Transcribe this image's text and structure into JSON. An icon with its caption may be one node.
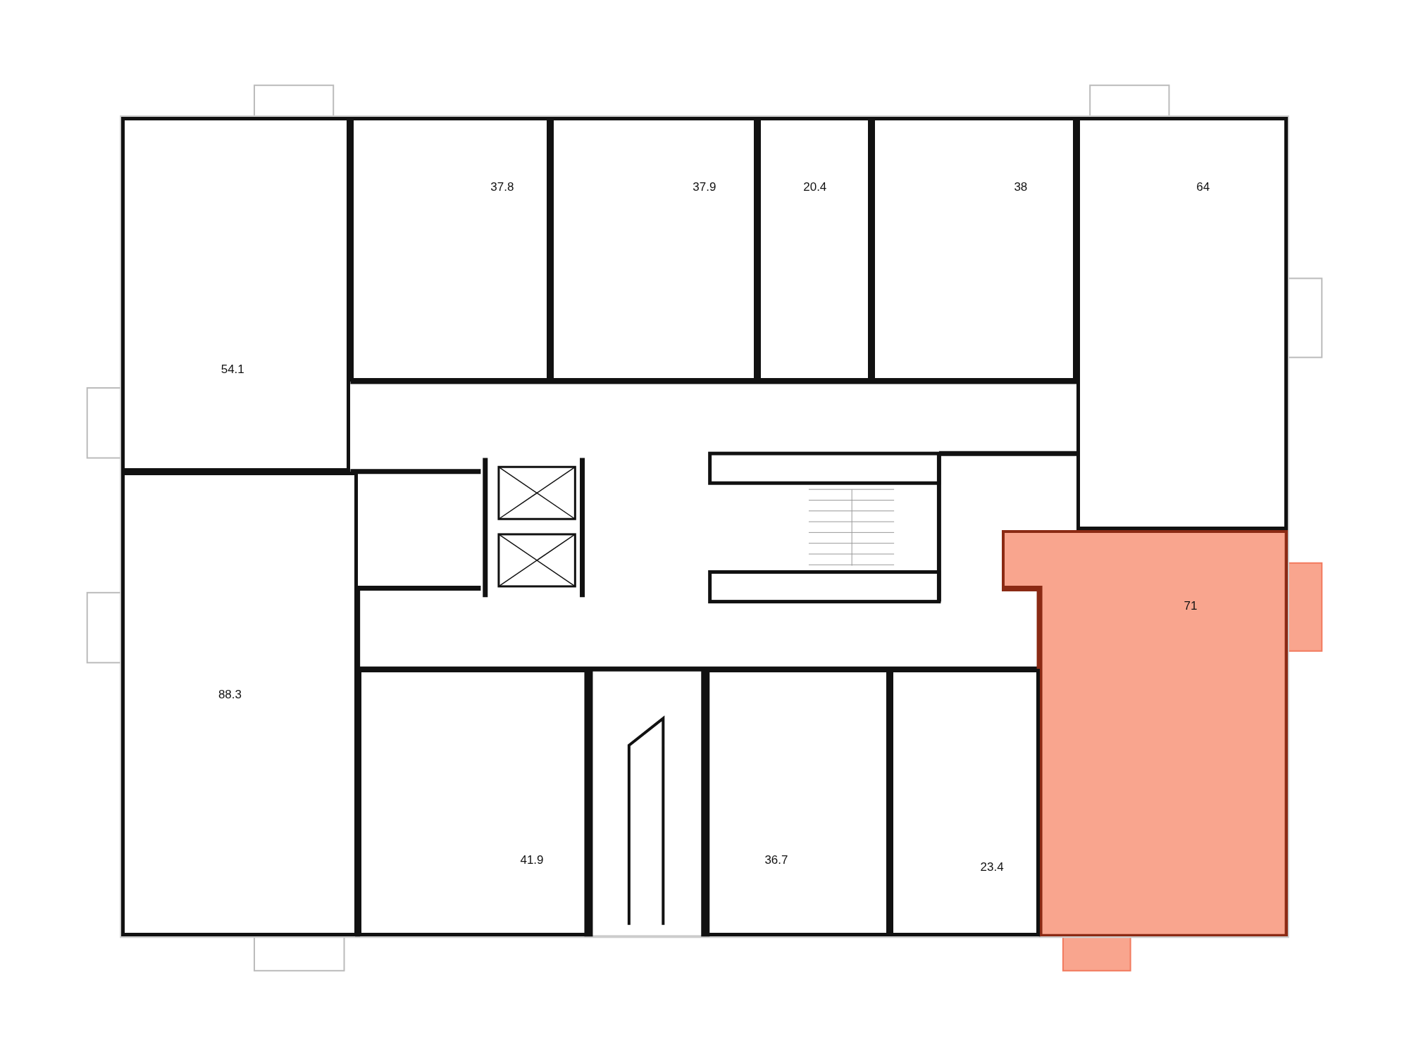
{
  "diagram": {
    "nodes": [
      {
        "text": [
          "37.8"
        ]
      },
      {
        "text": [
          "37.9"
        ]
      },
      {
        "text": [
          "20.4"
        ]
      },
      {
        "text": [
          "38"
        ]
      },
      {
        "text": [
          "64"
        ]
      },
      {
        "text": [
          "54.1"
        ]
      },
      {
        "text": [
          "71"
        ]
      },
      {
        "text": [
          "88.3"
        ]
      },
      {
        "text": [
          "41.9"
        ]
      },
      {
        "text": [
          "36.7"
        ]
      },
      {
        "text": [
          "23.4"
        ]
      }
    ]
  }
}
